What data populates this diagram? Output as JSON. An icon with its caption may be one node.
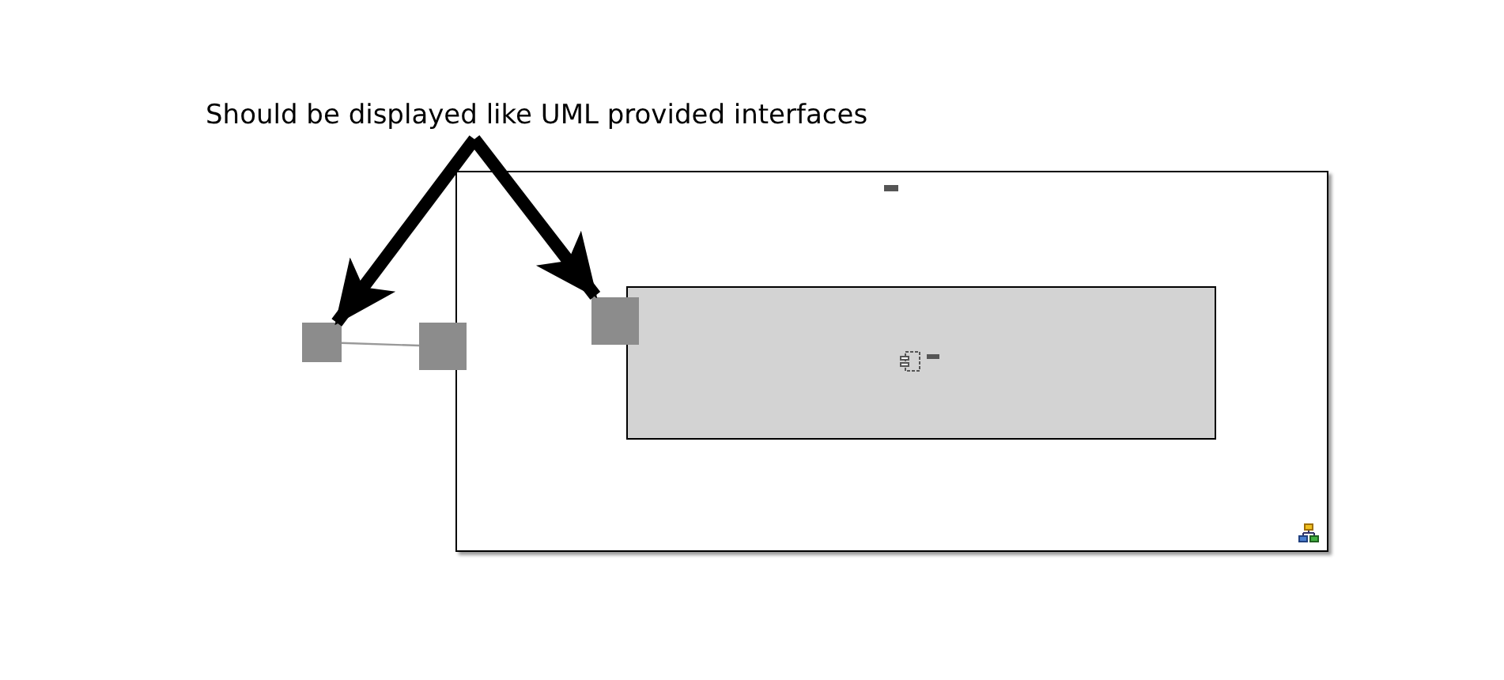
{
  "diagram": {
    "nodes": [
      {
        "text": [
          "Should be displayed like UML provided interfaces"
        ]
      },
      {
        "text": [],
        "shape": "box"
      },
      {
        "text": [],
        "shape": "box",
        "in": 1
      },
      {
        "text": [],
        "shape": "box"
      },
      {
        "text": [],
        "shape": "box"
      },
      {
        "text": [],
        "shape": "box",
        "in": 1
      }
    ],
    "edges": [
      {
        "from": 0,
        "to": 3,
        "arrow": "to"
      },
      {
        "from": 0,
        "to": 5,
        "arrow": "to"
      },
      {
        "from": 3,
        "to": 4,
        "arrow": "none",
        "color": "#999999"
      }
    ]
  }
}
